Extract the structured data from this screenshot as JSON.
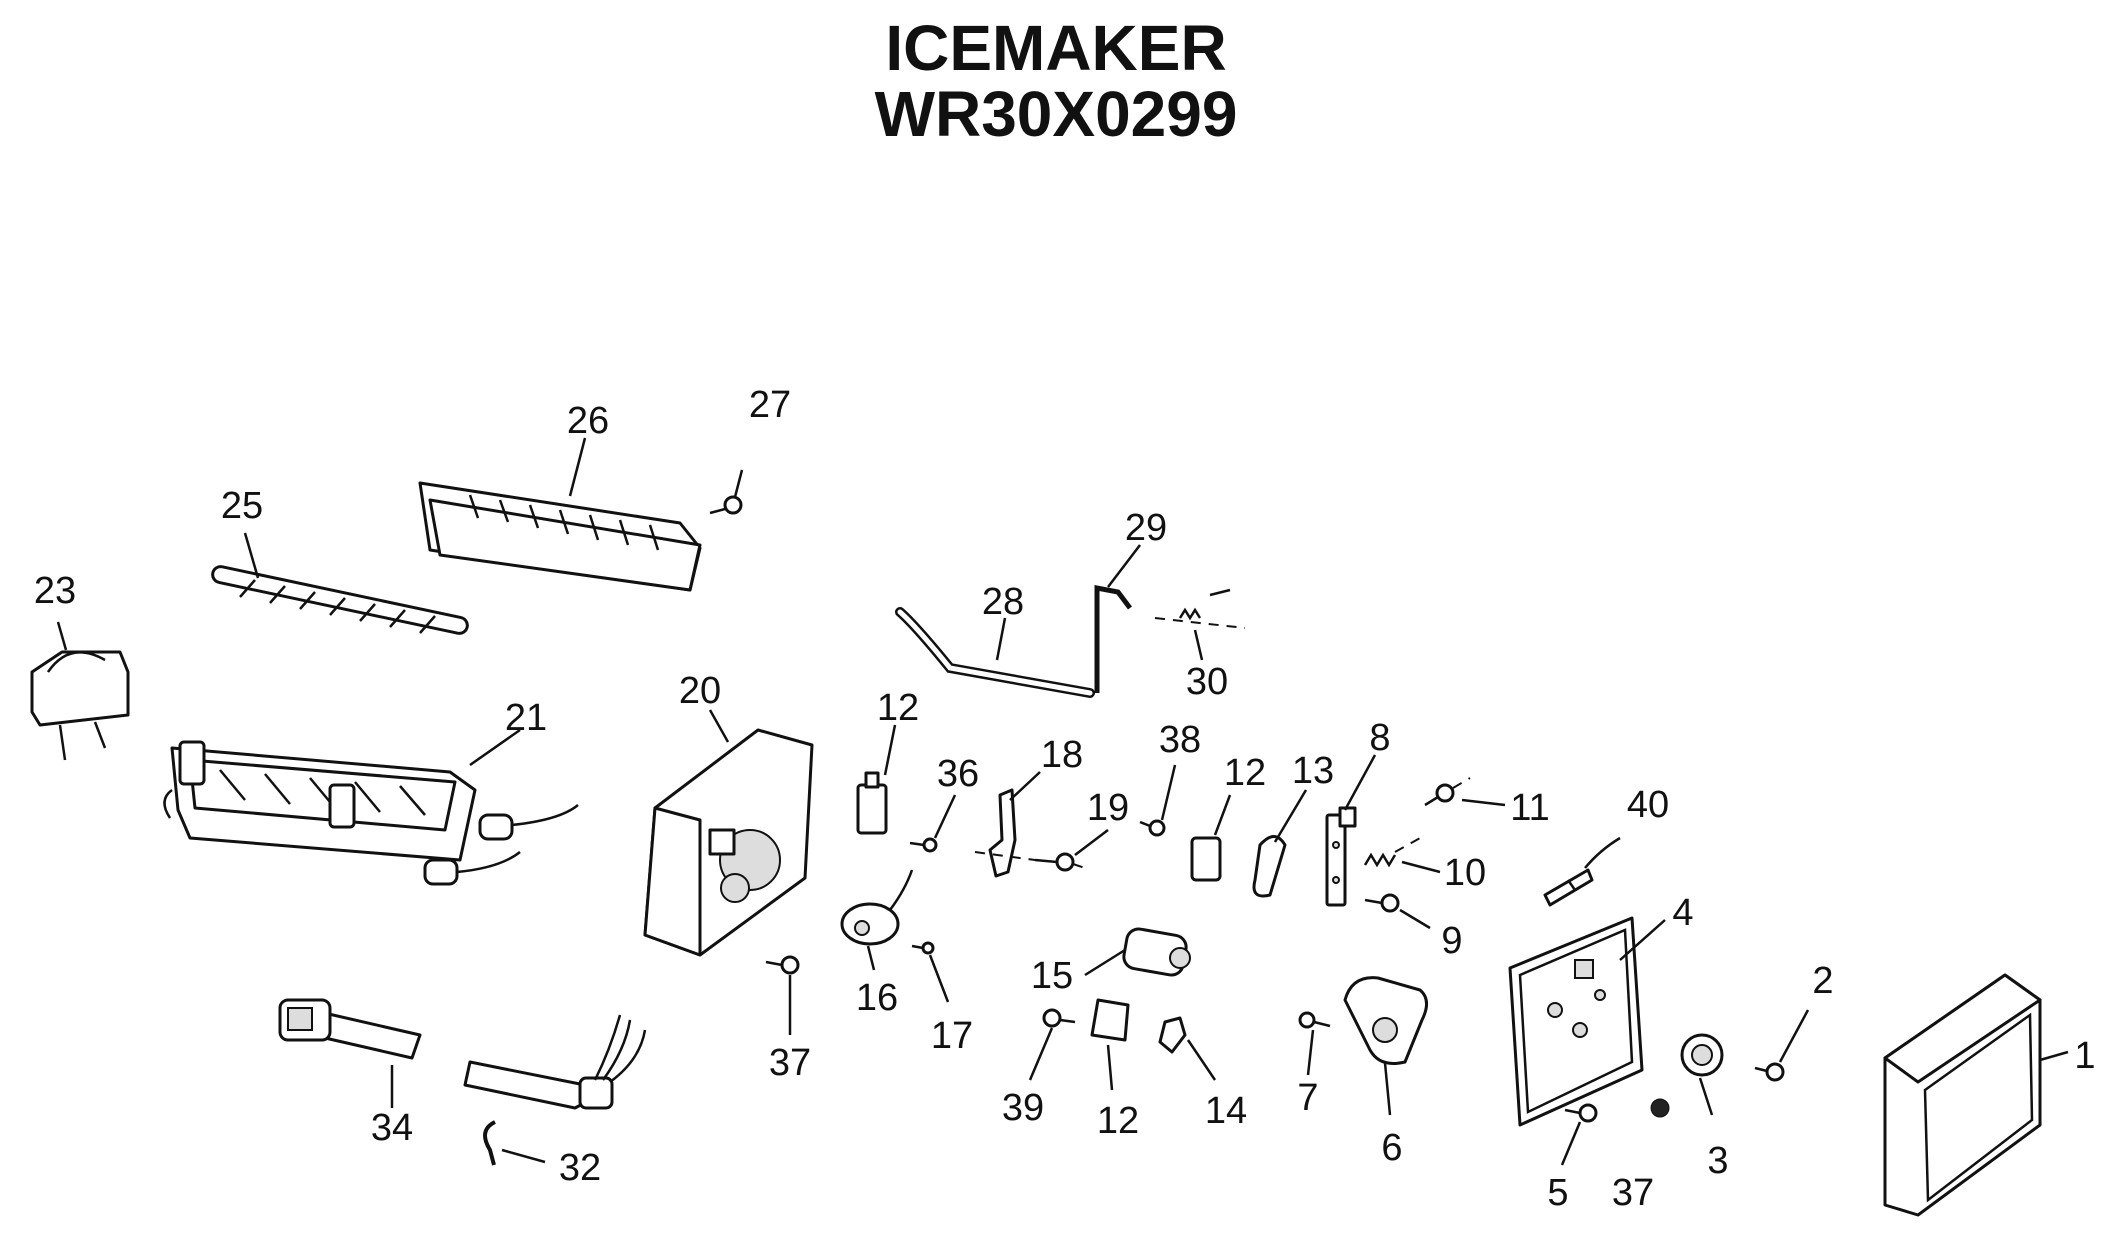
{
  "title": "ICEMAKER",
  "model": "WR30X0299",
  "labels": {
    "p1": "1",
    "p2": "2",
    "p3": "3",
    "p4": "4",
    "p5": "5",
    "p6": "6",
    "p7": "7",
    "p8": "8",
    "p9": "9",
    "p10": "10",
    "p11": "11",
    "p12a": "12",
    "p12b": "12",
    "p12c": "12",
    "p13": "13",
    "p14": "14",
    "p15": "15",
    "p16": "16",
    "p17": "17",
    "p18": "18",
    "p19": "19",
    "p20": "20",
    "p21": "21",
    "p23": "23",
    "p25": "25",
    "p26": "26",
    "p27": "27",
    "p28": "28",
    "p29": "29",
    "p30": "30",
    "p32": "32",
    "p34": "34",
    "p36": "36",
    "p37a": "37",
    "p37b": "37",
    "p38": "38",
    "p39": "39",
    "p40": "40"
  }
}
